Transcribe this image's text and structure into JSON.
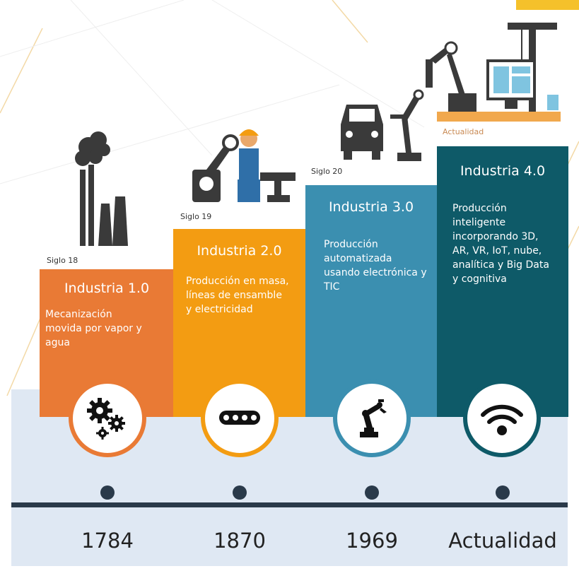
{
  "stages": [
    {
      "title": "Industria 1.0",
      "era": "Siglo 18",
      "description": [
        "Mecanización",
        "movida por vapor y",
        "agua"
      ],
      "year": "1784",
      "icon": "gears-icon",
      "color": "#e97a35"
    },
    {
      "title": "Industria 2.0",
      "era": "Siglo 19",
      "description": [
        "Producción en masa,",
        "líneas de ensamble",
        "y electricidad"
      ],
      "year": "1870",
      "icon": "conveyor-belt-icon",
      "color": "#f39c12"
    },
    {
      "title": "Industria 3.0",
      "era": "Siglo 20",
      "description": [
        "Producción",
        "automatizada",
        "usando electrónica y",
        "TIC"
      ],
      "year": "1969",
      "icon": "robot-arm-icon",
      "color": "#3b8fb0"
    },
    {
      "title": "Industria 4.0",
      "era": "Actualidad",
      "description": [
        "Producción",
        "inteligente",
        "incorporando 3D,",
        "AR, VR, IoT, nube,",
        "analítica y Big Data",
        "y cognitiva"
      ],
      "year": "Actualidad",
      "icon": "wifi-signal-icon",
      "color": "#0e5a68"
    }
  ],
  "colors": {
    "timeline": "#2a3a4a",
    "band": "#dfe8f3",
    "illustration": "#3a3a3a"
  }
}
